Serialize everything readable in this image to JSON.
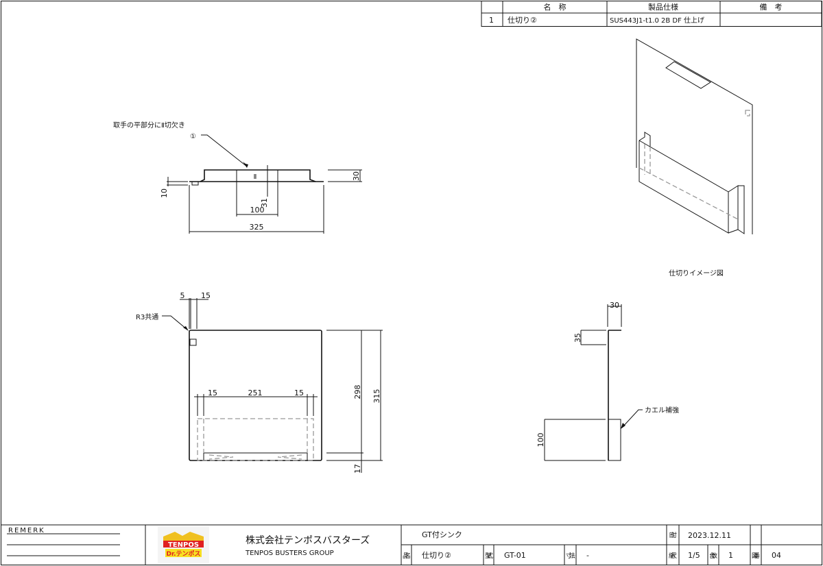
{
  "parts_table": {
    "headers": {
      "no": "",
      "name": "名　称",
      "spec": "製品仕様",
      "remarks": "備　考"
    },
    "rows": [
      {
        "no": "1",
        "name": "仕切り②",
        "spec": "SUS443J1-t1.0 2B DF 仕上げ",
        "remarks": ""
      }
    ]
  },
  "top_view": {
    "note": "取手の平部分にⅡ切欠き",
    "balloon": "①",
    "notch_mark": "Ⅱ",
    "dims": {
      "height": "30",
      "flange": "10",
      "notch_depth": "31",
      "notch_width": "100",
      "overall_width": "325"
    }
  },
  "front_view": {
    "corner_note": "R3共通",
    "dims": {
      "edge_a": "5",
      "edge_b": "15",
      "left": "15",
      "middle": "251",
      "right": "15",
      "inner_height": "298",
      "overall_height": "315",
      "bottom": "17"
    }
  },
  "side_view": {
    "reinforcement_note": "カエル補強",
    "dims": {
      "top_flange": "30",
      "top_drop": "35",
      "reinforcement_height": "100"
    }
  },
  "iso_view": {
    "caption": "仕切りイメージ図"
  },
  "title_block": {
    "remark_label": "REMERK",
    "logo_text": "TENPOS",
    "logo_sub": "Dr.テンポス",
    "company_jp": "株式会社テンポスバスターズ",
    "company_en": "TENPOS BUSTERS GROUP",
    "project": "GT付シンク",
    "labels": {
      "date": "日付",
      "name": "品名",
      "model": "型式",
      "size": "寸法",
      "scale": "縮尺",
      "qty": "台数",
      "drawing_no": "図番"
    },
    "values": {
      "date": "2023.12.11",
      "name": "仕切り②",
      "model": "GT-01",
      "size": "-",
      "scale": "1/5",
      "qty": "1",
      "drawing_no": "04"
    }
  }
}
